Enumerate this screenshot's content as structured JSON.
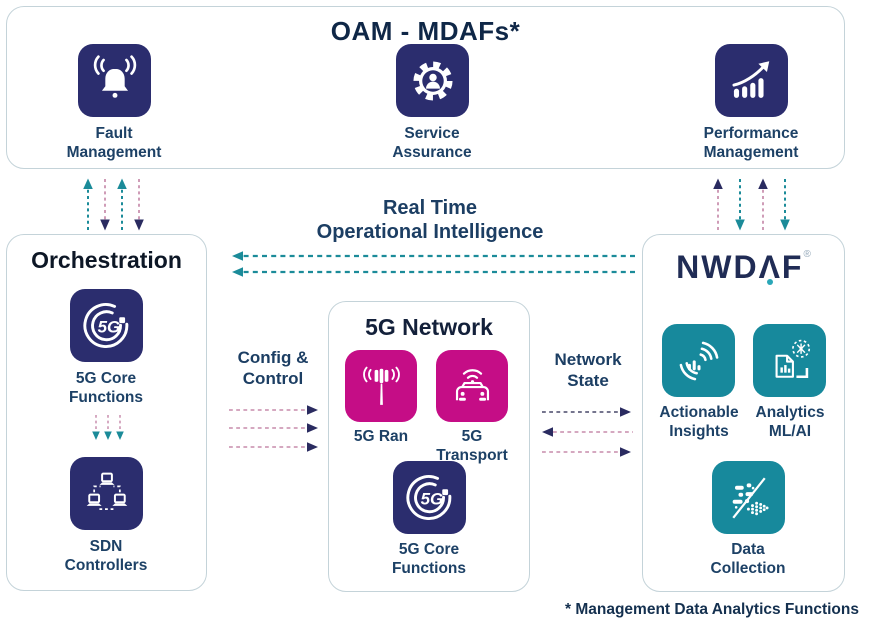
{
  "oam": {
    "title": "OAM - MDAFs*",
    "items": [
      {
        "icon": "alarm-bell-icon",
        "label": "Fault\nManagement"
      },
      {
        "icon": "gear-user-icon",
        "label": "Service\nAssurance"
      },
      {
        "icon": "growth-chart-icon",
        "label": "Performance\nManagement"
      }
    ]
  },
  "orchestration": {
    "title": "Orchestration",
    "items": [
      {
        "icon": "fiveg-core-icon",
        "label": "5G Core\nFunctions"
      },
      {
        "icon": "sdn-controllers-icon",
        "label": "SDN\nControllers"
      }
    ]
  },
  "network5g": {
    "title": "5G Network",
    "items": [
      {
        "icon": "ran-antenna-icon",
        "label": "5G Ran"
      },
      {
        "icon": "connected-car-icon",
        "label": "5G Transport"
      },
      {
        "icon": "fiveg-core-icon",
        "label": "5G Core\nFunctions"
      }
    ]
  },
  "nwdaf": {
    "logo": {
      "nwd": "NWD",
      "a": "Λ",
      "f": "F",
      "reg": "®"
    },
    "items": [
      {
        "icon": "radar-insights-icon",
        "label": "Actionable\nInsights"
      },
      {
        "icon": "analytics-doc-icon",
        "label": "Analytics\nML/AI"
      },
      {
        "icon": "data-funnel-icon",
        "label": "Data\nCollection"
      }
    ]
  },
  "flows": {
    "real_time": "Real Time\nOperational Intelligence",
    "config_control": "Config &\nControl",
    "network_state": "Network\nState"
  },
  "logo": {
    "fiveg": "5G"
  },
  "footnote": "* Management Data Analytics Functions",
  "colors": {
    "navy_tile": "#2b2d6e",
    "magenta_tile": "#c50d86",
    "teal_tile": "#17899c",
    "teal_arrow": "#1b8b99",
    "navy_arrowhead": "#2a2b60",
    "pink_dash": "#cf9cb7",
    "label_navy": "#1d4166",
    "box_border": "#c4d3d9"
  }
}
